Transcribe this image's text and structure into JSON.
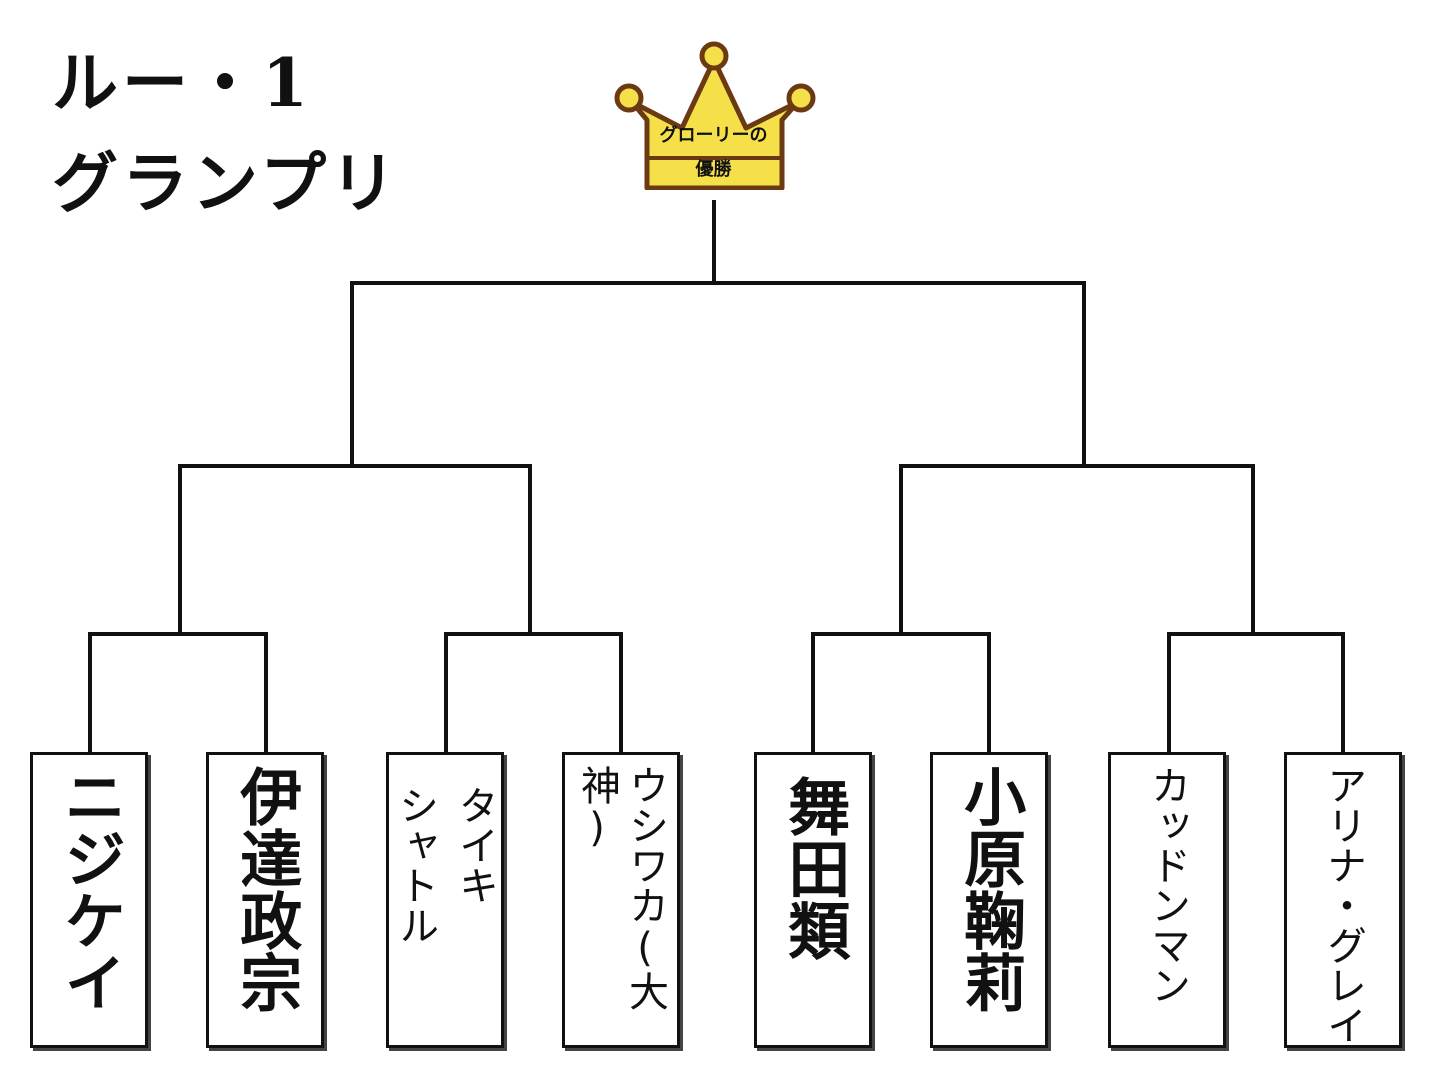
{
  "title": {
    "line1": "ルー・1",
    "line2": "グランプリ"
  },
  "trophy": {
    "line1": "グローリーの",
    "line2": "優勝",
    "fill": "#f5e04a",
    "outline": "#6b3a12"
  },
  "entrants": [
    {
      "lines": [
        "ニジケイ"
      ],
      "size": "big"
    },
    {
      "lines": [
        "伊達政宗"
      ],
      "size": "big"
    },
    {
      "lines": [
        "タイキ",
        "シャトル"
      ],
      "size": "small"
    },
    {
      "lines": [
        "ウシワカ(大神)"
      ],
      "size": "small"
    },
    {
      "lines": [
        "舞田類"
      ],
      "size": "big"
    },
    {
      "lines": [
        "小原鞠莉"
      ],
      "size": "big"
    },
    {
      "lines": [
        "カッドンマン"
      ],
      "size": "small"
    },
    {
      "lines": [
        "アリナ・グレイ"
      ],
      "size": "small"
    }
  ]
}
